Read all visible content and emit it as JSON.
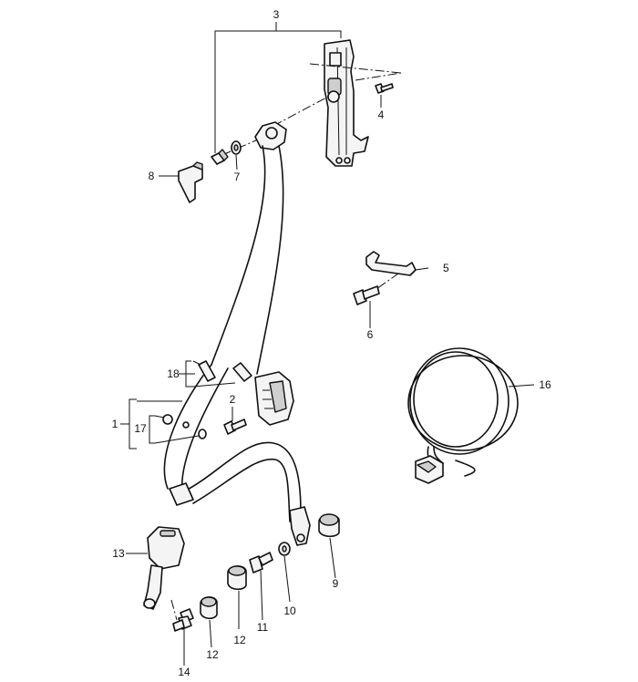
{
  "callouts": {
    "c1": "1",
    "c2": "2",
    "c3": "3",
    "c4": "4",
    "c5": "5",
    "c6": "6",
    "c7": "7",
    "c8": "8",
    "c9": "9",
    "c10": "10",
    "c11": "11",
    "c12a": "12",
    "c12b": "12",
    "c13": "13",
    "c14": "14",
    "c16": "16",
    "c17": "17",
    "c18": "18"
  }
}
